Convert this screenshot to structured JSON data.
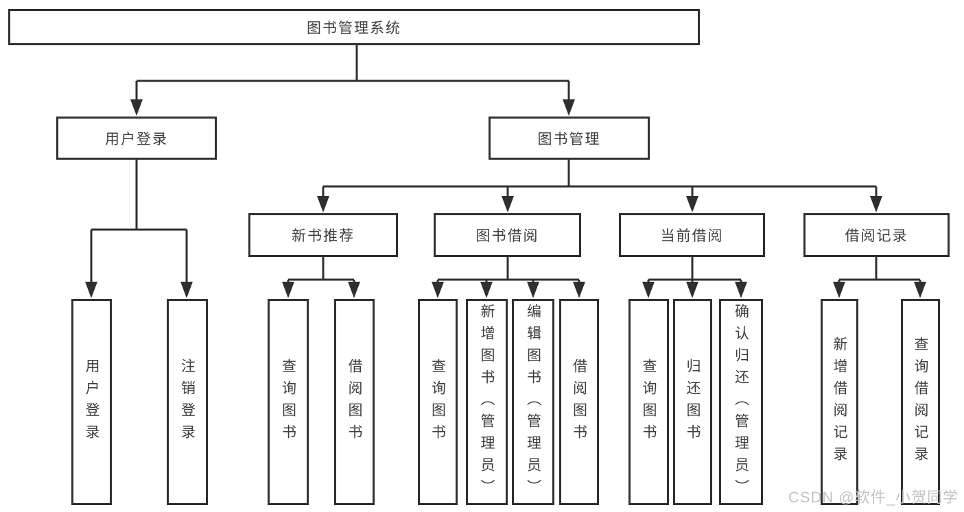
{
  "tree": {
    "root": {
      "label": "图书管理系统"
    },
    "branches": [
      {
        "label": "用户登录",
        "children": [
          {
            "label": "用户登录"
          },
          {
            "label": "注销登录"
          }
        ]
      },
      {
        "label": "图书管理",
        "children": [
          {
            "label": "新书推荐",
            "children": [
              {
                "label": "查询图书"
              },
              {
                "label": "借阅图书"
              }
            ]
          },
          {
            "label": "图书借阅",
            "children": [
              {
                "label": "查询图书"
              },
              {
                "label": "新增图书（管理员）"
              },
              {
                "label": "编辑图书（管理员）"
              },
              {
                "label": "借阅图书"
              }
            ]
          },
          {
            "label": "当前借阅",
            "children": [
              {
                "label": "查询图书"
              },
              {
                "label": "归还图书"
              },
              {
                "label": "确认归还（管理员）"
              }
            ]
          },
          {
            "label": "借阅记录",
            "children": [
              {
                "label": "新增借阅记录"
              },
              {
                "label": "查询借阅记录"
              }
            ]
          }
        ]
      }
    ]
  },
  "watermark": {
    "text": "CSDN @软件_小贺同学"
  },
  "colors": {
    "line": "#2f2f2f",
    "border": "#303030",
    "text": "#3d3d3d",
    "watermark": "#c3c3c3",
    "background": "#ffffff"
  }
}
